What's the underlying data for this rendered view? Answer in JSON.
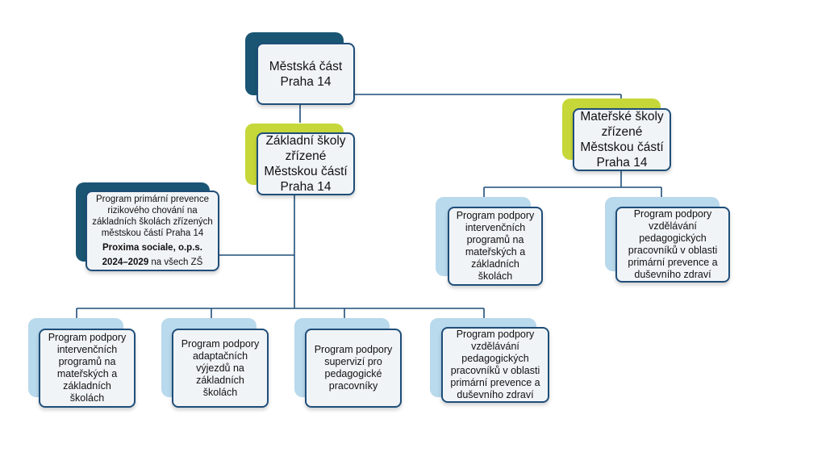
{
  "colors": {
    "line": "#1f4e79",
    "dark_teal": "#1a5673",
    "lime": "#c6d73a",
    "light_blue": "#b9d9ec"
  },
  "root": {
    "line1": "Městská část",
    "line2": "Praha 14"
  },
  "zs": {
    "line1": "Základní školy",
    "line2": "zřízené",
    "line3": "Městskou částí",
    "line4": "Praha 14"
  },
  "ms": {
    "line1": "Mateřské školy",
    "line2": "zřízené",
    "line3": "Městskou částí",
    "line4": "Praha 14"
  },
  "prevention": {
    "line1": "Program primární prevence",
    "line2": "rizikového chování na",
    "line3": "základních školách zřízených",
    "line4": "městskou částí Praha 14",
    "provider": "Proxima sociale, o.p.s.",
    "years": "2024–2029",
    "years_suffix": " na všech ZŠ"
  },
  "ms_programs": [
    {
      "lines": [
        "Program podpory",
        "intervenčních",
        "programů na",
        "mateřských a",
        "základních školách"
      ]
    },
    {
      "lines": [
        "Program podpory",
        "vzdělávání",
        "pedagogických",
        "pracovníků v oblasti",
        "primární prevence a",
        "duševního zdraví"
      ]
    }
  ],
  "zs_programs": [
    {
      "lines": [
        "Program podpory",
        "intervenčních",
        "programů na",
        "mateřských a",
        "základních školách"
      ]
    },
    {
      "lines": [
        "Program podpory",
        "adaptačních",
        "výjezdů na",
        "základních školách"
      ]
    },
    {
      "lines": [
        "Program podpory",
        "supervizí pro",
        "pedagogické",
        "pracovníky"
      ]
    },
    {
      "lines": [
        "Program podpory",
        "vzdělávání",
        "pedagogických",
        "pracovníků v oblasti",
        "primární prevence a",
        "duševního zdraví"
      ]
    }
  ]
}
